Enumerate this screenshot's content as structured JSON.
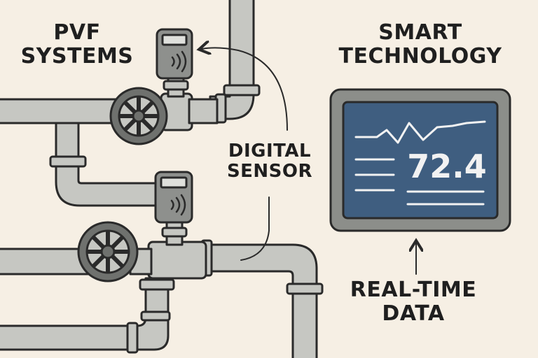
{
  "labels": {
    "pvf": [
      "PVF",
      "SYSTEMS"
    ],
    "smart": [
      "SMART",
      "TECHNOLOGY"
    ],
    "sensor": [
      "DIGITAL",
      "SENSOR"
    ],
    "realtime": [
      "REAL-TIME",
      "DATA"
    ]
  },
  "monitor": {
    "value": "72.4"
  },
  "colors": {
    "background": "#f6efe4",
    "pipe": "#c6c7c2",
    "outline": "#2a2a2a",
    "valve": "#6f716e",
    "sensor_body": "#8e908d",
    "screen": "#3f5e80",
    "bezel": "#8c8e8a",
    "screen_text": "#f2f2f2"
  }
}
